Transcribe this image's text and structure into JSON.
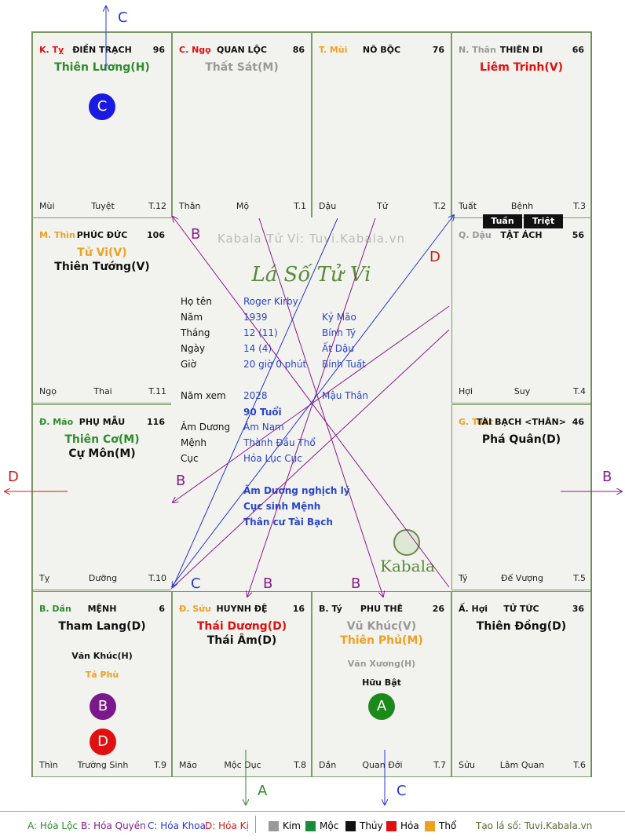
{
  "cells": {
    "ty_top": {
      "branch": "K. Tỵ",
      "pname": "ĐIỀN TRẠCH",
      "pnum": "96",
      "stars": [
        {
          "t": "Thiên Lương(H)",
          "c": "#2e8b2e"
        }
      ],
      "minors": [],
      "foot": [
        "Mùi",
        "Tuyệt",
        "T.12"
      ]
    },
    "ngo": {
      "branch": "C. Ngọ",
      "pname": "QUAN LỘC",
      "pnum": "86",
      "stars": [
        {
          "t": "Thất Sát(M)",
          "c": "#999999"
        }
      ],
      "minors": [],
      "foot": [
        "Thân",
        "Mộ",
        "T.1"
      ]
    },
    "mui": {
      "branch": "T. Mùi",
      "pname": "NÔ BỘC",
      "pnum": "76",
      "stars": [],
      "minors": [],
      "foot": [
        "Dậu",
        "Tử",
        "T.2"
      ]
    },
    "than": {
      "branch": "N. Thân",
      "pname": "THIÊN DI",
      "pnum": "66",
      "stars": [
        {
          "t": "Liêm Trinh(V)",
          "c": "#e01010"
        }
      ],
      "minors": [],
      "foot": [
        "Tuất",
        "Bệnh",
        "T.3"
      ]
    },
    "thin": {
      "branch": "M. Thìn",
      "pname": "PHÚC ĐỨC",
      "pnum": "106",
      "stars": [
        {
          "t": "Tử Vi(V)",
          "c": "#f0a020"
        },
        {
          "t": "Thiên Tướng(V)",
          "c": "#111111"
        }
      ],
      "minors": [],
      "foot": [
        "Ngọ",
        "Thai",
        "T.11"
      ]
    },
    "dau": {
      "branch": "Q. Dậu",
      "pname": "TẬT ÁCH",
      "pnum": "56",
      "stars": [],
      "minors": [],
      "foot": [
        "Hợi",
        "Suy",
        "T.4"
      ]
    },
    "mao": {
      "branch": "Đ. Mão",
      "pname": "PHỤ MẪU",
      "pnum": "116",
      "stars": [
        {
          "t": "Thiên Cơ(M)",
          "c": "#2e8b2e"
        },
        {
          "t": "Cự Môn(M)",
          "c": "#111111"
        }
      ],
      "minors": [],
      "foot": [
        "Tỵ",
        "Dưỡng",
        "T.10"
      ]
    },
    "tuat": {
      "branch": "G. Tuất",
      "pname": "TÀI BẠCH <THÂN>",
      "pnum": "46",
      "stars": [
        {
          "t": "Phá Quân(D)",
          "c": "#111111"
        }
      ],
      "minors": [],
      "foot": [
        "Tý",
        "Đế Vượng",
        "T.5"
      ]
    },
    "dan": {
      "branch": "B. Dần",
      "pname": "MỆNH",
      "pnum": "6",
      "stars": [
        {
          "t": "Tham Lang(D)",
          "c": "#111111"
        }
      ],
      "minors": [
        {
          "t": "Văn Khúc(H)",
          "c": "#111111"
        },
        {
          "t": "Tả Phù",
          "c": "#f0a020"
        }
      ],
      "foot": [
        "Thìn",
        "Trường Sinh",
        "T.9"
      ]
    },
    "suu": {
      "branch": "Đ. Sửu",
      "pname": "HUYNH ĐỆ",
      "pnum": "16",
      "stars": [
        {
          "t": "Thái Dương(D)",
          "c": "#e01010"
        },
        {
          "t": "Thái Âm(D)",
          "c": "#111111"
        }
      ],
      "minors": [],
      "foot": [
        "Mão",
        "Mộc Dục",
        "T.8"
      ]
    },
    "ty": {
      "branch": "B. Tý",
      "pname": "PHU THÊ",
      "pnum": "26",
      "stars": [
        {
          "t": "Vũ Khúc(V)",
          "c": "#999999"
        },
        {
          "t": "Thiên Phủ(M)",
          "c": "#f0a020"
        }
      ],
      "minors": [
        {
          "t": "Văn Xương(H)",
          "c": "#999999"
        },
        {
          "t": "Hữu Bật",
          "c": "#111111"
        }
      ],
      "foot": [
        "Dần",
        "Quan Đới",
        "T.7"
      ]
    },
    "hoi": {
      "branch": "Ấ. Hợi",
      "pname": "TỬ TỨC",
      "pnum": "36",
      "stars": [
        {
          "t": "Thiên Đồng(D)",
          "c": "#111111"
        }
      ],
      "minors": [],
      "foot": [
        "Sửu",
        "Lâm Quan",
        "T.6"
      ]
    }
  },
  "branch_colors": {
    "kim": "#999999",
    "moc": "#2e8b2e",
    "thuy": "#111111",
    "hoa": "#e01010",
    "tho": "#f0a020"
  },
  "center": {
    "site_title": "Kabala Tử Vi: Tuvi.Kabala.vn",
    "logo_text": "Lá Số Tử Vi",
    "brand": "Kabala",
    "ho_ten_label": "Họ tên",
    "ho_ten": "Roger Kirby",
    "nam_label": "Năm",
    "nam": "1939",
    "nam_can": "Kỷ Mão",
    "thang_label": "Tháng",
    "thang": "12  (11)",
    "thang_can": "Bính Tý",
    "ngay_label": "Ngày",
    "ngay": "14  (4)",
    "ngay_can": "Ất Dậu",
    "gio_label": "Giờ",
    "gio": "20 giờ 0 phút",
    "gio_can": "Bính Tuất",
    "nam_xem_label": "Năm xem",
    "nam_xem": "2028",
    "nam_xem_can": "Mậu Thân",
    "tuoi": "90 Tuổi",
    "am_duong_label": "Âm Dương",
    "am_duong": "Âm Nam",
    "menh_label": "Mệnh",
    "menh": "Thành Đầu Thổ",
    "cuc_label": "Cục",
    "cuc": "Hỏa Lục Cục",
    "note1": "Âm Dương nghịch lý",
    "note2": "Cục sinh Mệnh",
    "note3": "Thân cư Tài Bạch"
  },
  "tags": {
    "tuan": "Tuần",
    "triet": "Triệt"
  },
  "circles": {
    "a": "A",
    "b": "B",
    "c": "C",
    "d": "D"
  },
  "arrow_labels": {
    "top_c": "C",
    "left_d": "D",
    "right_b": "B",
    "bottom_a": "A",
    "bottom_c": "C",
    "d_inner": "D",
    "b1": "B",
    "b2": "B",
    "b3": "B",
    "b4": "B",
    "c1": "C"
  },
  "legend": {
    "a": "A: Hóa Lộc",
    "b": "B: Hóa Quyền",
    "c": "C: Hóa Khoa",
    "d": "D: Hóa Kị",
    "kim": "Kim",
    "moc": "Mộc",
    "thuy": "Thủy",
    "hoa": "Hỏa",
    "tho": "Thổ",
    "site": "Tạo lá số: Tuvi.Kabala.vn"
  }
}
